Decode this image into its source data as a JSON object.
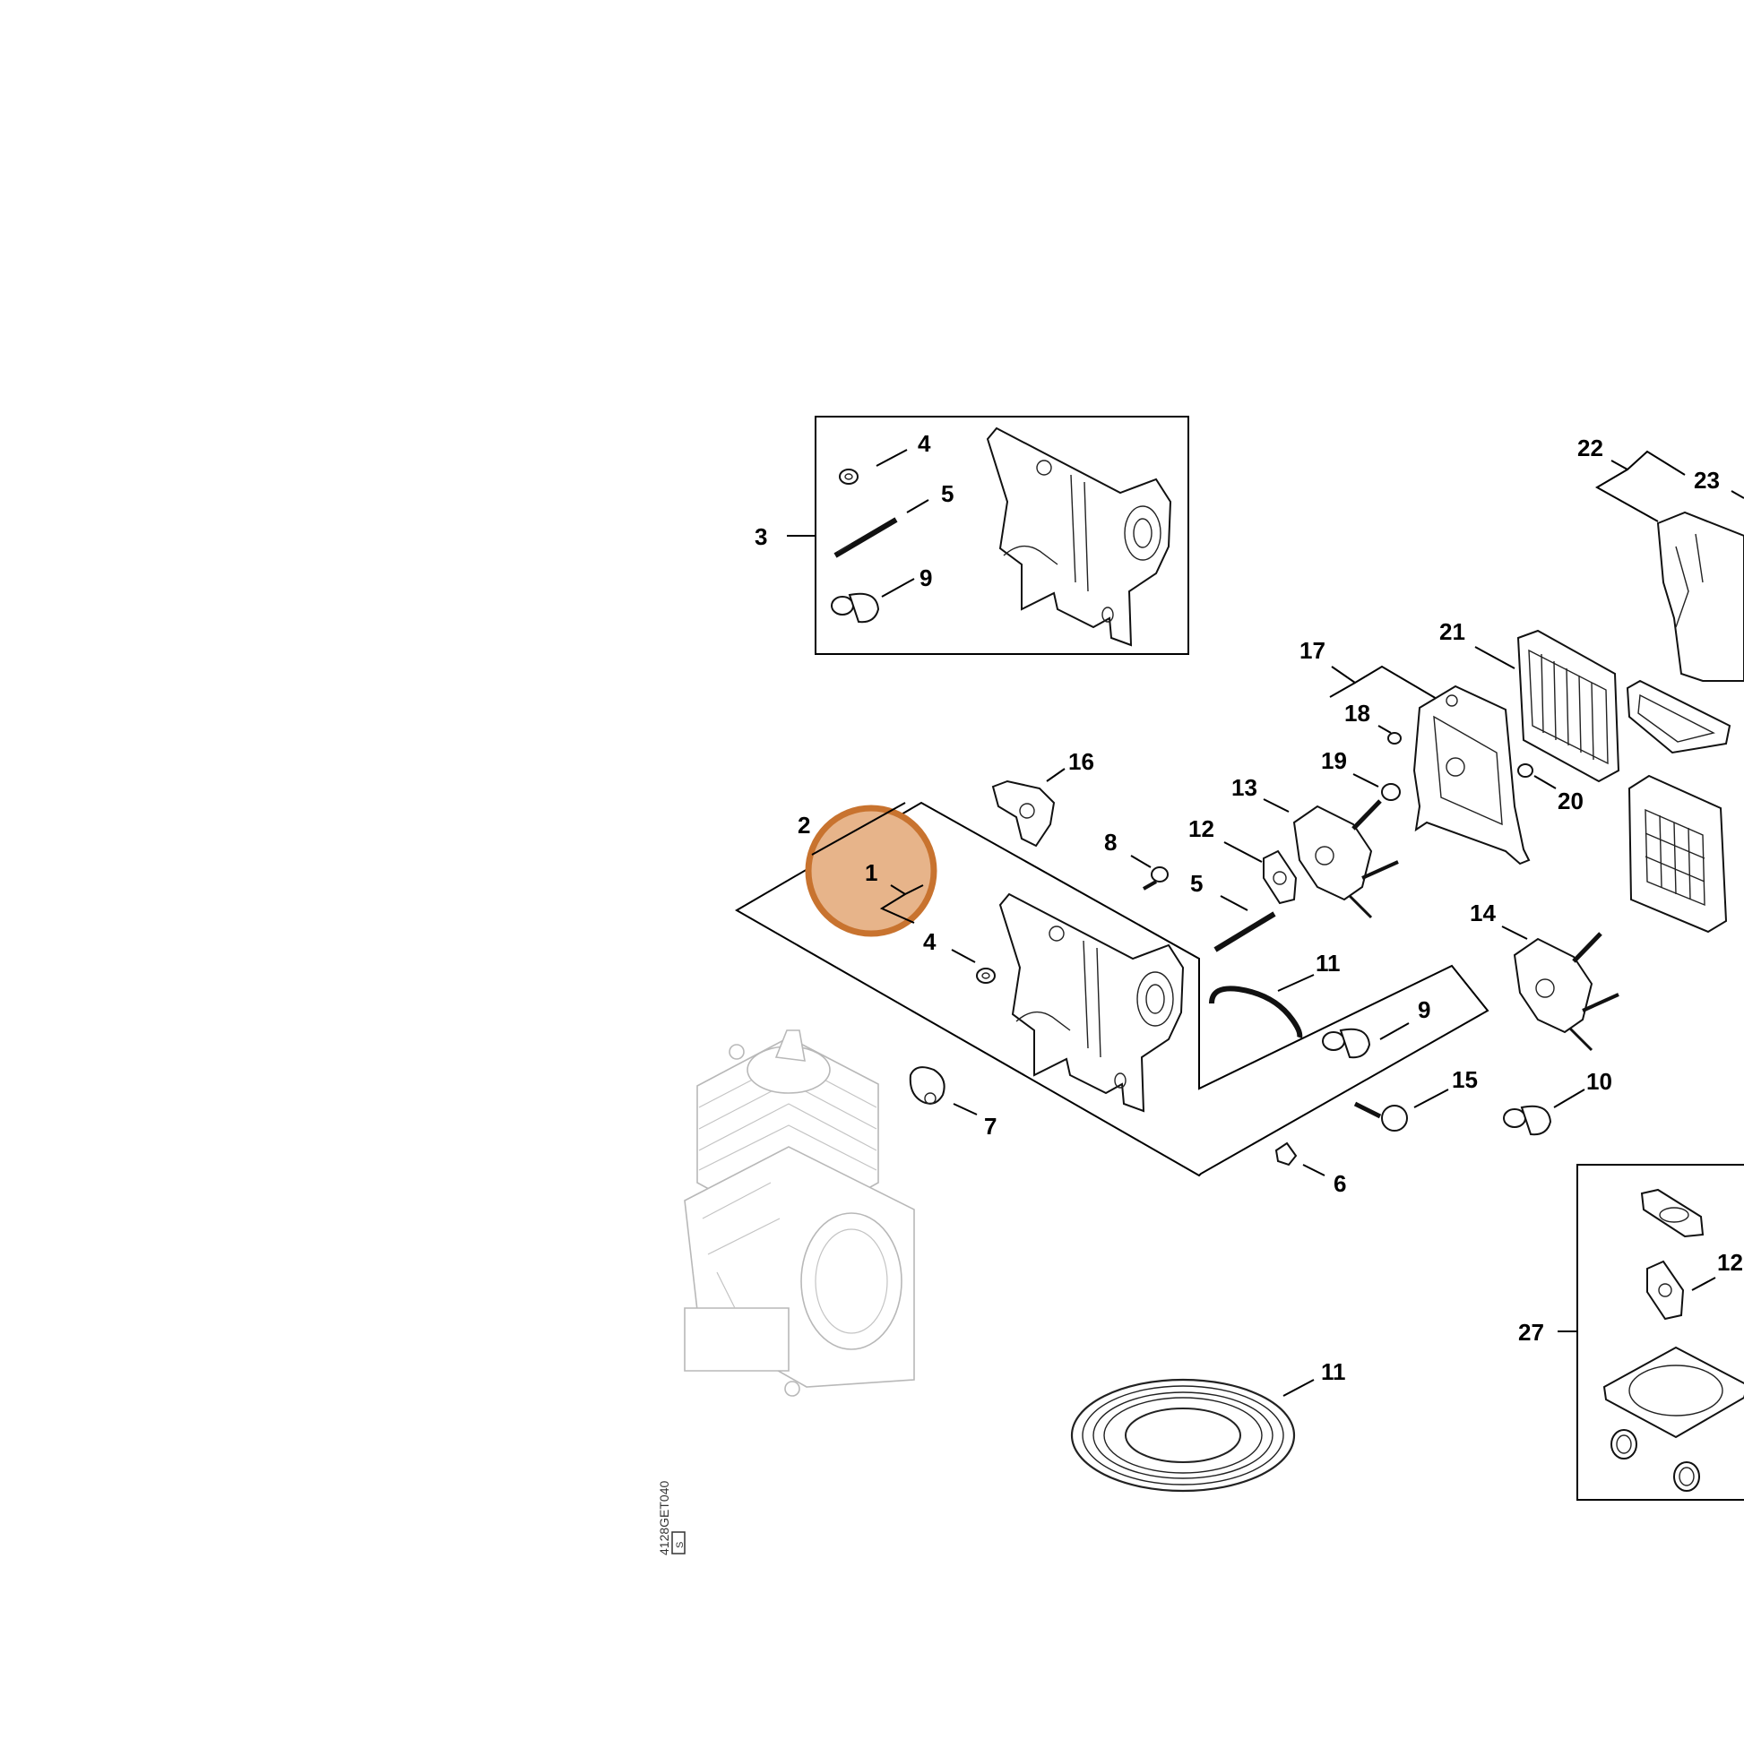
{
  "diagram": {
    "highlight_color": "#e7b48a",
    "highlight_stroke": "#c8732f",
    "labels": {
      "l1": "1",
      "l2": "2",
      "l3": "3",
      "l4a": "4",
      "l5a": "5",
      "l9a": "9",
      "l4b": "4",
      "l5b": "5",
      "l6": "6",
      "l7": "7",
      "l8": "8",
      "l9b": "9",
      "l10": "10",
      "l11a": "11",
      "l11b": "11",
      "l12a": "12",
      "l12b": "12",
      "l13": "13",
      "l14": "14",
      "l15": "15",
      "l16": "16",
      "l17": "17",
      "l18": "18",
      "l19": "19",
      "l20": "20",
      "l21": "21",
      "l22": "22",
      "l23": "23",
      "l27": "27"
    },
    "drawing_code": "4128GET040",
    "drawing_code_suffix": "S"
  }
}
